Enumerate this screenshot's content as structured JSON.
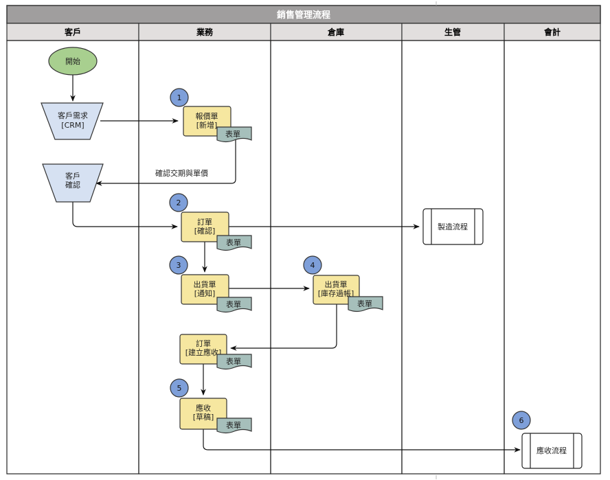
{
  "diagram": {
    "title": "銷售管理流程",
    "lanes": [
      "客戶",
      "業務",
      "倉庫",
      "生管",
      "會計"
    ],
    "colors": {
      "title_bg": "#a09e9e",
      "lane_header_bg": "#e2dfde",
      "start_fill": "#a8cf8f",
      "manual_fill": "#d6e1f2",
      "process_fill": "#f6e7a0",
      "document_fill": "#a6bfbb",
      "step_badge_fill": "#7e9fd9",
      "subprocess_fill": "#ffffff"
    },
    "nodes": {
      "start": {
        "label": "開始"
      },
      "customer_request": {
        "line1": "客戶需求",
        "line2": "[CRM]"
      },
      "customer_confirm": {
        "line1": "客戶",
        "line2": "確認"
      },
      "quote": {
        "line1": "報價單",
        "line2": "[新增]",
        "doc": "表單",
        "step": "1"
      },
      "order_confirm": {
        "line1": "訂單",
        "line2": "[確認]",
        "doc": "表單",
        "step": "2"
      },
      "shipping_notice": {
        "line1": "出貨單",
        "line2": "[通知]",
        "doc": "表單",
        "step": "3"
      },
      "shipping_posting": {
        "line1": "出貨單",
        "line2": "[庫存過帳]",
        "doc": "表單",
        "step": "4"
      },
      "order_receivable": {
        "line1": "訂單",
        "line2": "[建立應收]",
        "doc": "表單"
      },
      "receivable_draft": {
        "line1": "應收",
        "line2": "[草稿]",
        "doc": "表單",
        "step": "5"
      },
      "manufacturing_flow": {
        "label": "製造流程"
      },
      "receivable_flow": {
        "label": "應收流程",
        "step": "6"
      }
    },
    "edge_labels": {
      "confirm_delivery_price": "確認交期與單價"
    }
  }
}
